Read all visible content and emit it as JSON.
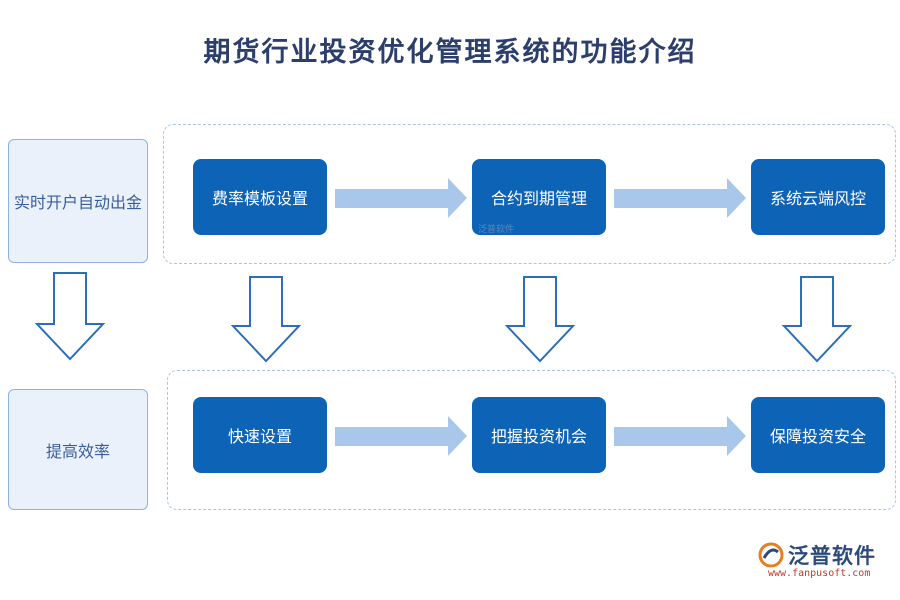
{
  "title": "期货行业投资优化管理系统的功能介绍",
  "side_labels": {
    "top": "实时开户自动出金",
    "bottom": "提高效率"
  },
  "rows": [
    {
      "nodes": [
        "费率模板设置",
        "合约到期管理",
        "系统云端风控"
      ]
    },
    {
      "nodes": [
        "快速设置",
        "把握投资机会",
        "保障投资安全"
      ]
    }
  ],
  "watermark": "泛普软件",
  "logo": {
    "name": "泛普软件",
    "url": "www.fanpusoft.com",
    "icon": "fanpu-logo-icon"
  },
  "colors": {
    "node": "#0d63b5",
    "side_fill": "#eaf1fb",
    "side_border": "#8fb2e0",
    "arrow_h": "#a9c7ea",
    "arrow_down_stroke": "#2b6fb8"
  }
}
